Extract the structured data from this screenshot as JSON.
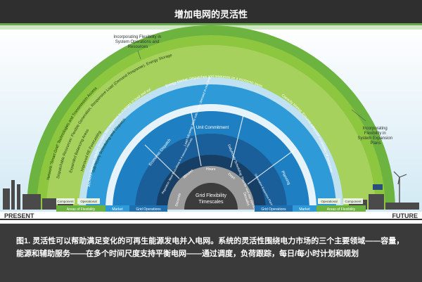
{
  "title": "增加电网的灵活性",
  "caption": "图1. 灵活性可以帮助满足变化的可再生能源发电并入电网。系统的灵活性围绕电力市场的三个主要领域——容量，能源和辅助服务——在多个时间尺度支持平衡电网——通过调度，负荷跟踪，每日/每小时计划和规划",
  "callouts": {
    "left": "Incorporating Flexibility in System Operations and Resources",
    "right": "Incorporating Flexibility in System Expansion Plans"
  },
  "bands": {
    "green": [
      "Network \"Smart Grid\" Technologies and Transmission Access",
      "Dispatchable Resources: Flexible Generation, Responsive Load (Demand Response), Energy Storage",
      "Expanded Balancing Areas",
      "Improved RE Forecasting",
      "Sub-hourly Scheduling and Dispatch"
    ],
    "market_left": "Ancillary Services Market: Provides fast response to changes in load and voltage and frequency support",
    "market_top": "Energy Market: Dispatches grid resources on a economic basis",
    "market_right": "Capacity Market: Ensures adequate availability of resources to meet demand in the future",
    "ops_unit": "Unit Commitment",
    "ops_econ": "Economic Dispatch",
    "ops_load": "Load following: Meet sub-hourly demand in real time",
    "ops_daily": "Daily/hourly Scheduling: Plan for next day operation",
    "ops_planning": "Planning",
    "inner_left1": "Regulation: Meet fluctuations in 4-second intervals",
    "inner_right1": "Generation Expansion Planning",
    "timescales": [
      "Seconds",
      "Minutes",
      "Hours",
      "Days",
      "Decades"
    ]
  },
  "center": {
    "line1": "Grid Flexibility",
    "line2": "Timescales"
  },
  "bottom": {
    "present": "PRESENT",
    "future": "FUTURE",
    "tags": {
      "component_l": "Component",
      "operational_l": "Operational",
      "operational_r": "Operational",
      "component_r": "Component"
    },
    "strip": {
      "areas_l": "Areas of Flexibility",
      "market_l": "Market",
      "gridops_l": "Grid Operations",
      "gridops_r": "Grid Operations",
      "market_r": "Market",
      "areas_r": "Areas of Flexibility"
    }
  },
  "colors": {
    "green_outer": "#6cb33f",
    "green_band": "#8dc63f",
    "market_blue": "#1b8fd1",
    "ops_blue": "#1e6fb0",
    "dark_navy": "#1a4d7a",
    "center_gray": "#3c3c3c",
    "sky": "#d5edf7"
  }
}
